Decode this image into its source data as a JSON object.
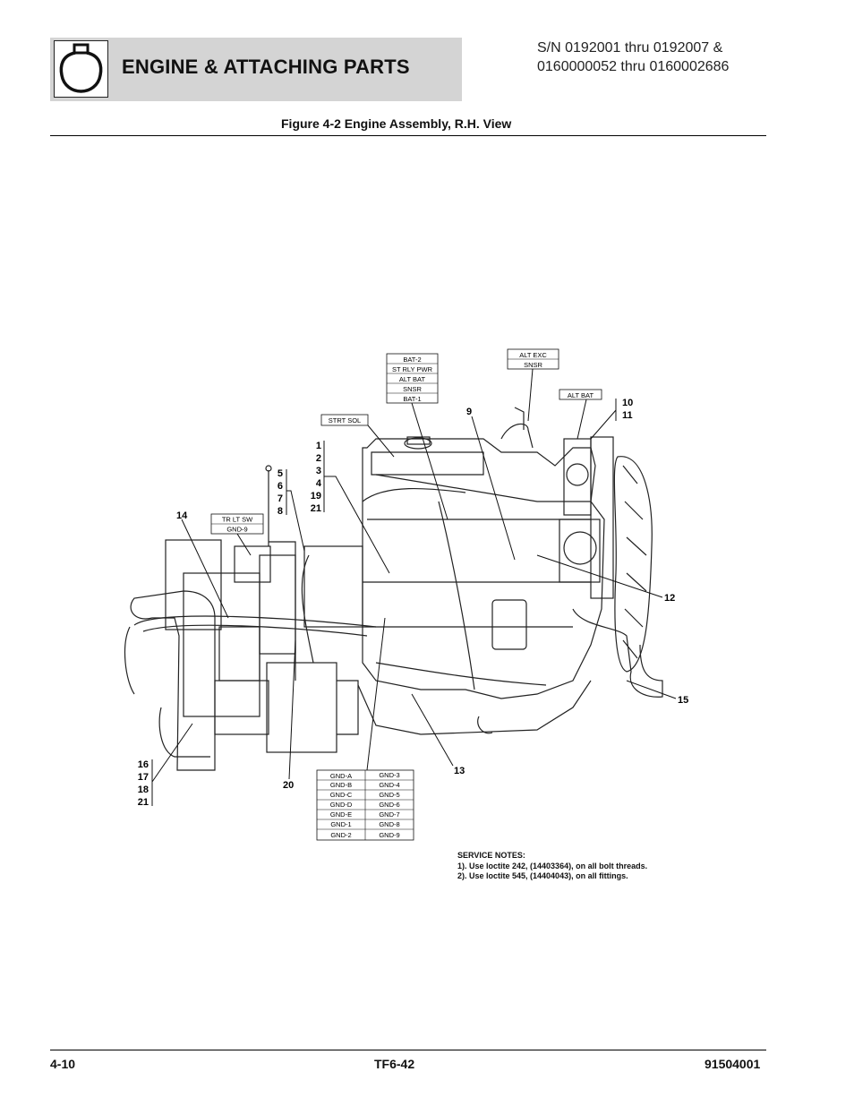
{
  "header": {
    "title": "ENGINE & ATTACHING PARTS",
    "serial_line1": "S/N 0192001 thru 0192007 &",
    "serial_line2": "0160000052 thru 0160002686",
    "logo_icon": "engine-oil-icon"
  },
  "figure": {
    "title": "Figure 4-2 Engine Assembly, R.H. View"
  },
  "wire_labels": {
    "bat_block": [
      "BAT-2",
      "ST RLY PWR",
      "ALT BAT",
      "SNSR",
      "BAT-1"
    ],
    "alt_block": [
      "ALT EXC",
      "SNSR"
    ],
    "alt_bat": "ALT BAT",
    "strt_sol": "STRT SOL",
    "trlt_block": [
      "TR LT SW",
      "GND-9"
    ],
    "gnd_left": [
      "GND-A",
      "GND-B",
      "GND-C",
      "GND-D",
      "GND-E",
      "GND-1",
      "GND-2"
    ],
    "gnd_right": [
      "GND-3",
      "GND-4",
      "GND-5",
      "GND-6",
      "GND-7",
      "GND-8",
      "GND-9"
    ]
  },
  "callouts": {
    "c1_4": [
      "1",
      "2",
      "3",
      "4",
      "19",
      "21"
    ],
    "c5_8": [
      "5",
      "6",
      "7",
      "8"
    ],
    "c9": "9",
    "c10_11": [
      "10",
      "11"
    ],
    "c12": "12",
    "c13": "13",
    "c14": "14",
    "c15": "15",
    "c16_21": [
      "16",
      "17",
      "18",
      "21"
    ],
    "c20": "20"
  },
  "service_notes": {
    "heading": "SERVICE NOTES:",
    "note1": "1). Use loctite 242, (14403364), on all bolt threads.",
    "note2": "2). Use loctite 545, (14404043), on all fittings."
  },
  "footer": {
    "page": "4-10",
    "model": "TF6-42",
    "doc_number": "91504001"
  }
}
